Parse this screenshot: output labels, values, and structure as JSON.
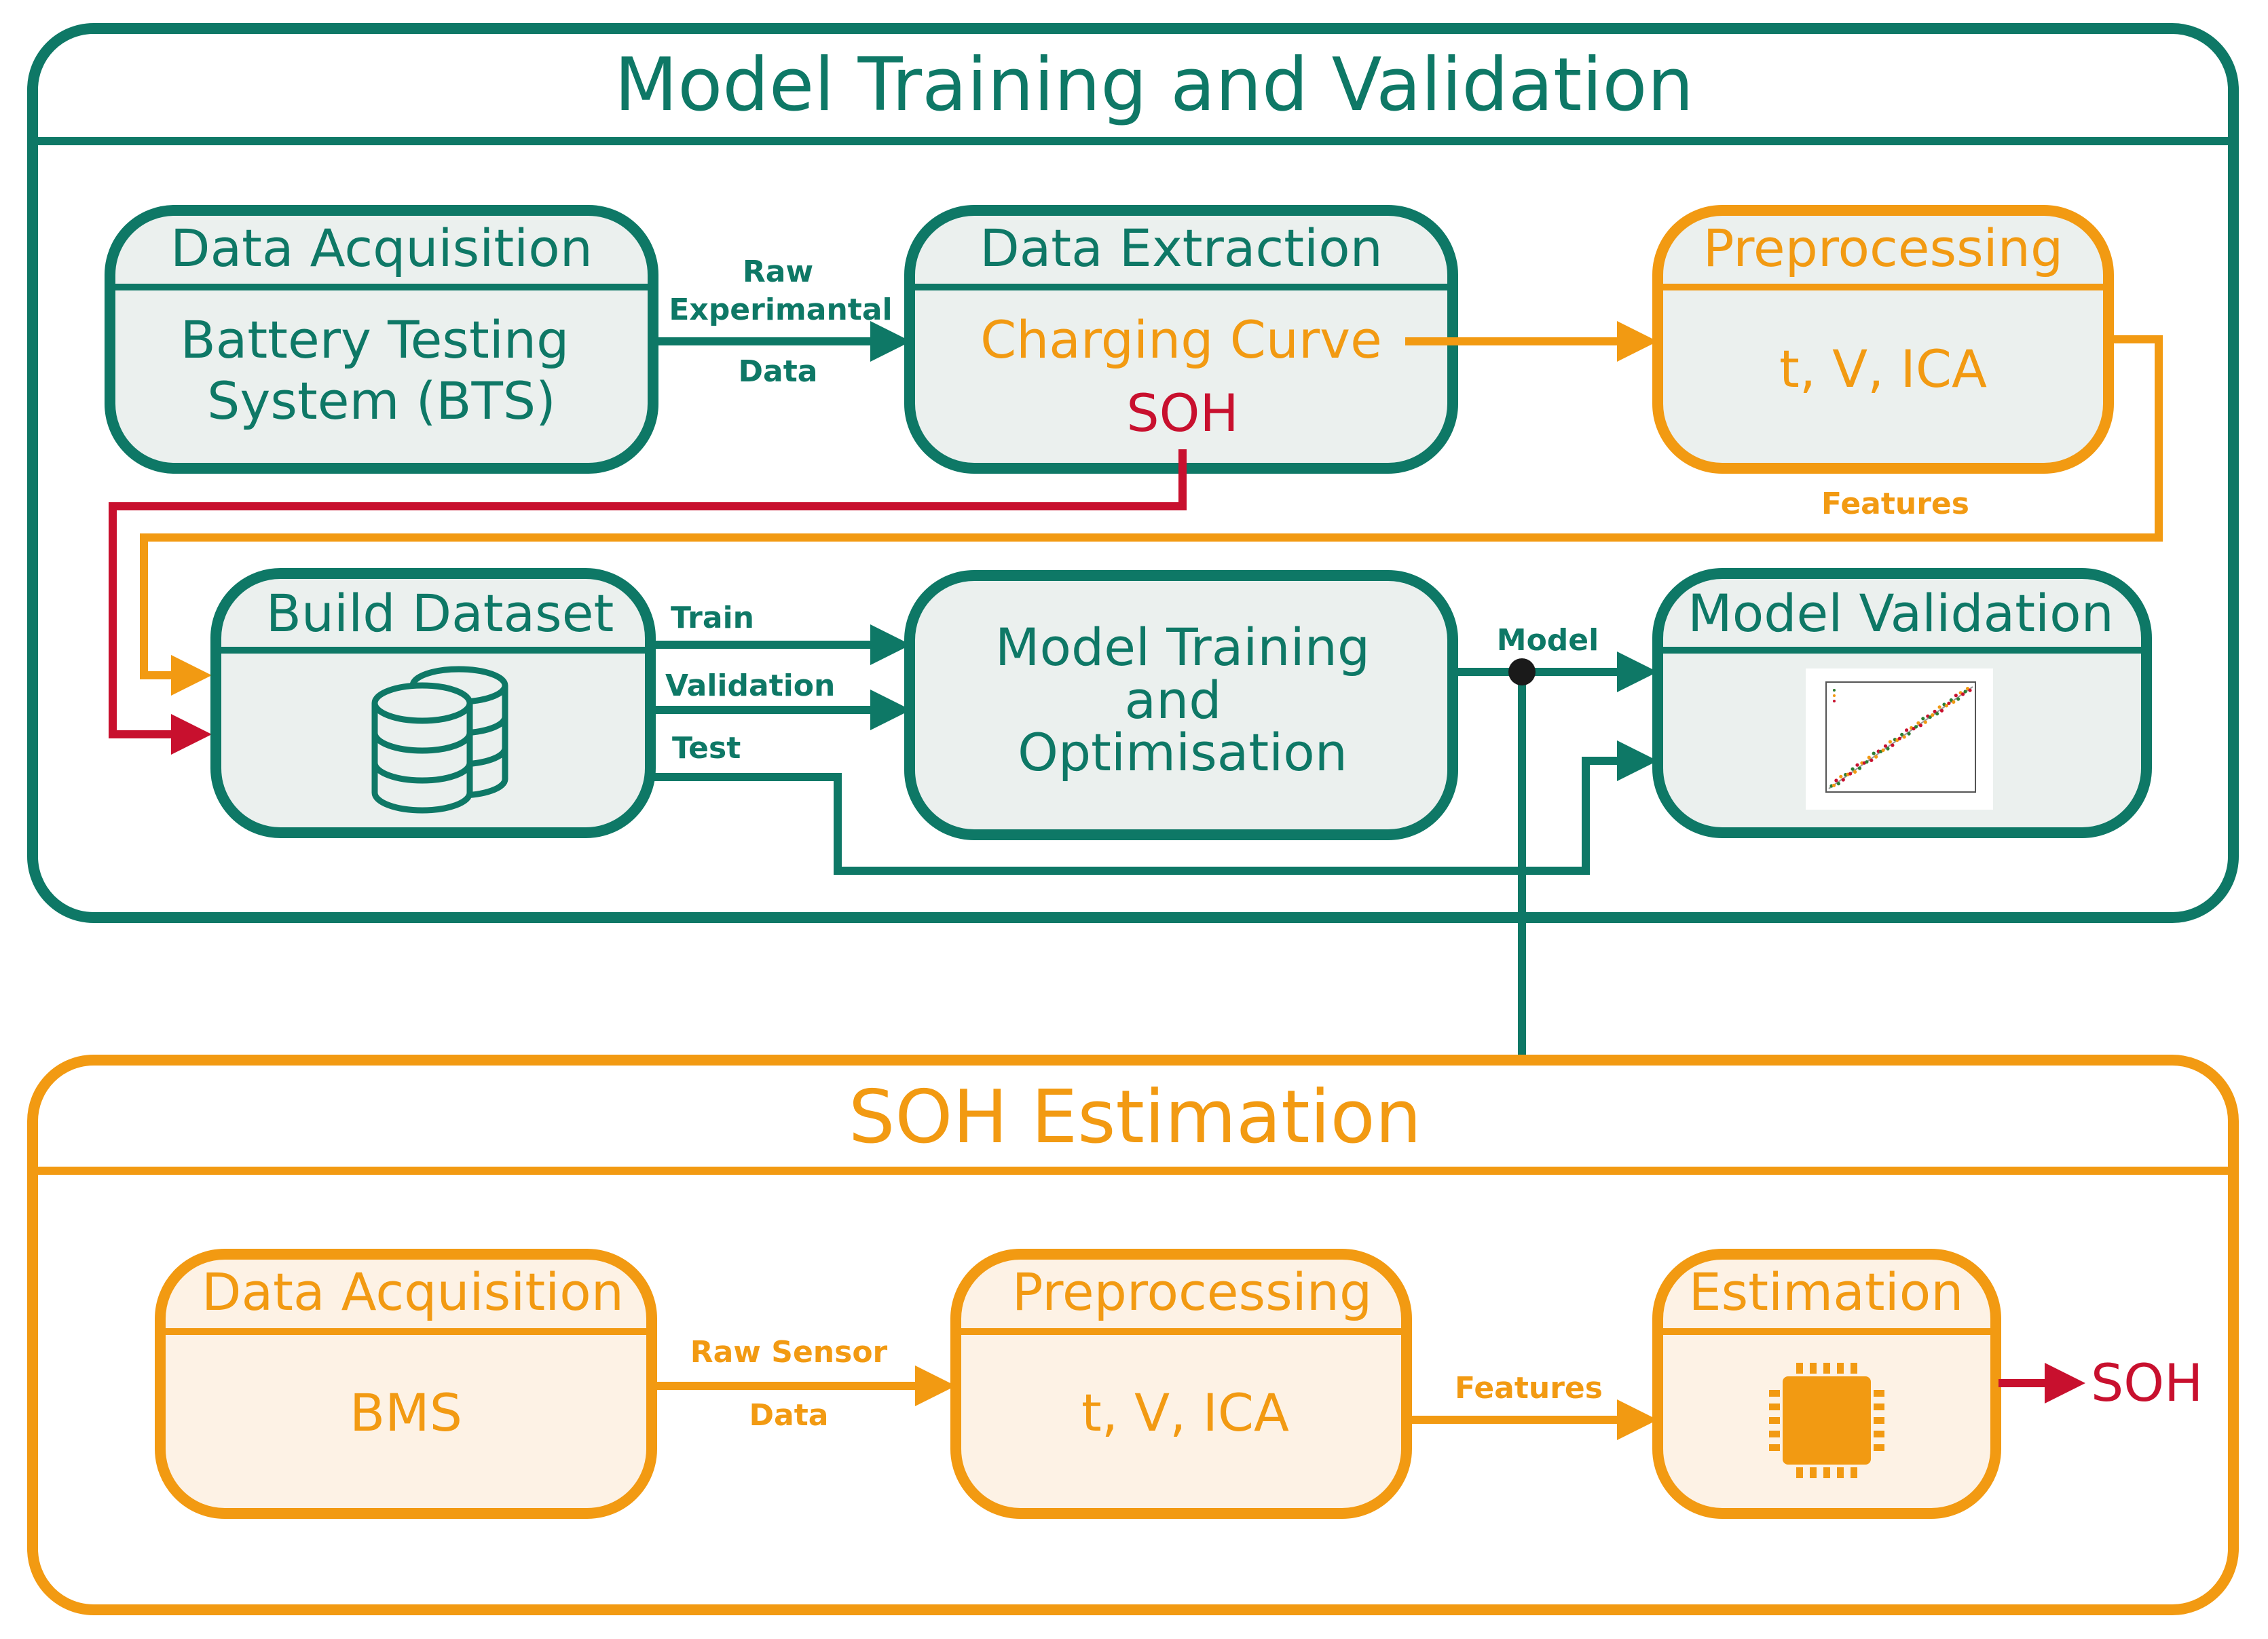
{
  "colors": {
    "teal": "#0e7866",
    "orange": "#f29a12",
    "red": "#c8102e",
    "box_fill_teal": "#ebf0ee",
    "box_fill_orange": "#fdf2e5",
    "dot": "#1a1a1a"
  },
  "training": {
    "title": "Model Training and Validation",
    "data_acquisition": {
      "header": "Data Acquisition",
      "line1": "Battery Testing",
      "line2": "System (BTS)"
    },
    "raw_experimental": {
      "line1": "Raw",
      "line2": "Experimantal",
      "line3": "Data"
    },
    "data_extraction": {
      "header": "Data Extraction",
      "curve": "Charging Curve",
      "soh": "SOH"
    },
    "preprocessing": {
      "header": "Preprocessing",
      "body": "t, V, ICA"
    },
    "features_label": "Features",
    "build_dataset": {
      "header": "Build Dataset",
      "icon": "database-icon"
    },
    "train_label": "Train",
    "validation_label": "Validation",
    "test_label": "Test",
    "model_training": {
      "line1": "Model Training",
      "line2": "and",
      "line3": "Optimisation"
    },
    "model_label": "Model",
    "model_validation": {
      "header": "Model Validation",
      "icon": "scatter-plot-thumbnail"
    }
  },
  "estimation": {
    "title": "SOH Estimation",
    "data_acquisition": {
      "header": "Data Acquisition",
      "body": "BMS"
    },
    "raw_sensor": {
      "line1": "Raw Sensor",
      "line2": "Data"
    },
    "preprocessing": {
      "header": "Preprocessing",
      "body": "t, V, ICA"
    },
    "features_label": "Features",
    "estimation_box": {
      "header": "Estimation",
      "icon": "chip-icon"
    },
    "output": "SOH"
  }
}
